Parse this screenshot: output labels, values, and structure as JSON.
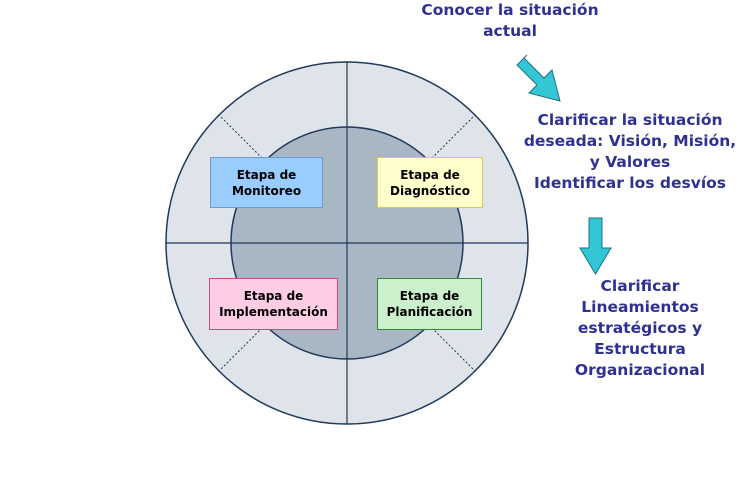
{
  "colors": {
    "outer_ring": "#dfe3ea",
    "inner_circle": "#a9b6c4",
    "divider_lines": "#1f3a5a",
    "note_text": "#2e3192",
    "arrow": "#33c6d4"
  },
  "stages": {
    "monitoreo": {
      "label": "Etapa de\nMonitoreo",
      "fill": "#99ccff",
      "border": "#6e9ad0"
    },
    "diagnostico": {
      "label": "Etapa de\nDiagnóstico",
      "fill": "#ffffcc",
      "border": "#d6c95a"
    },
    "implementacion": {
      "label": "Etapa de\nImplementación",
      "fill": "#ffcce6",
      "border": "#c0507a"
    },
    "planificacion": {
      "label": "Etapa de\nPlanificación",
      "fill": "#ccf0cc",
      "border": "#2e8b3a"
    }
  },
  "notes": {
    "step1": "Conocer la situación\nactual",
    "step2": "Clarificar la situación\ndeseada: Visión,  Misión,\ny Valores\nIdentificar los desvíos",
    "step3": "Clarificar\nLineamientos\nestratégicos y\nEstructura\nOrganizacional"
  }
}
